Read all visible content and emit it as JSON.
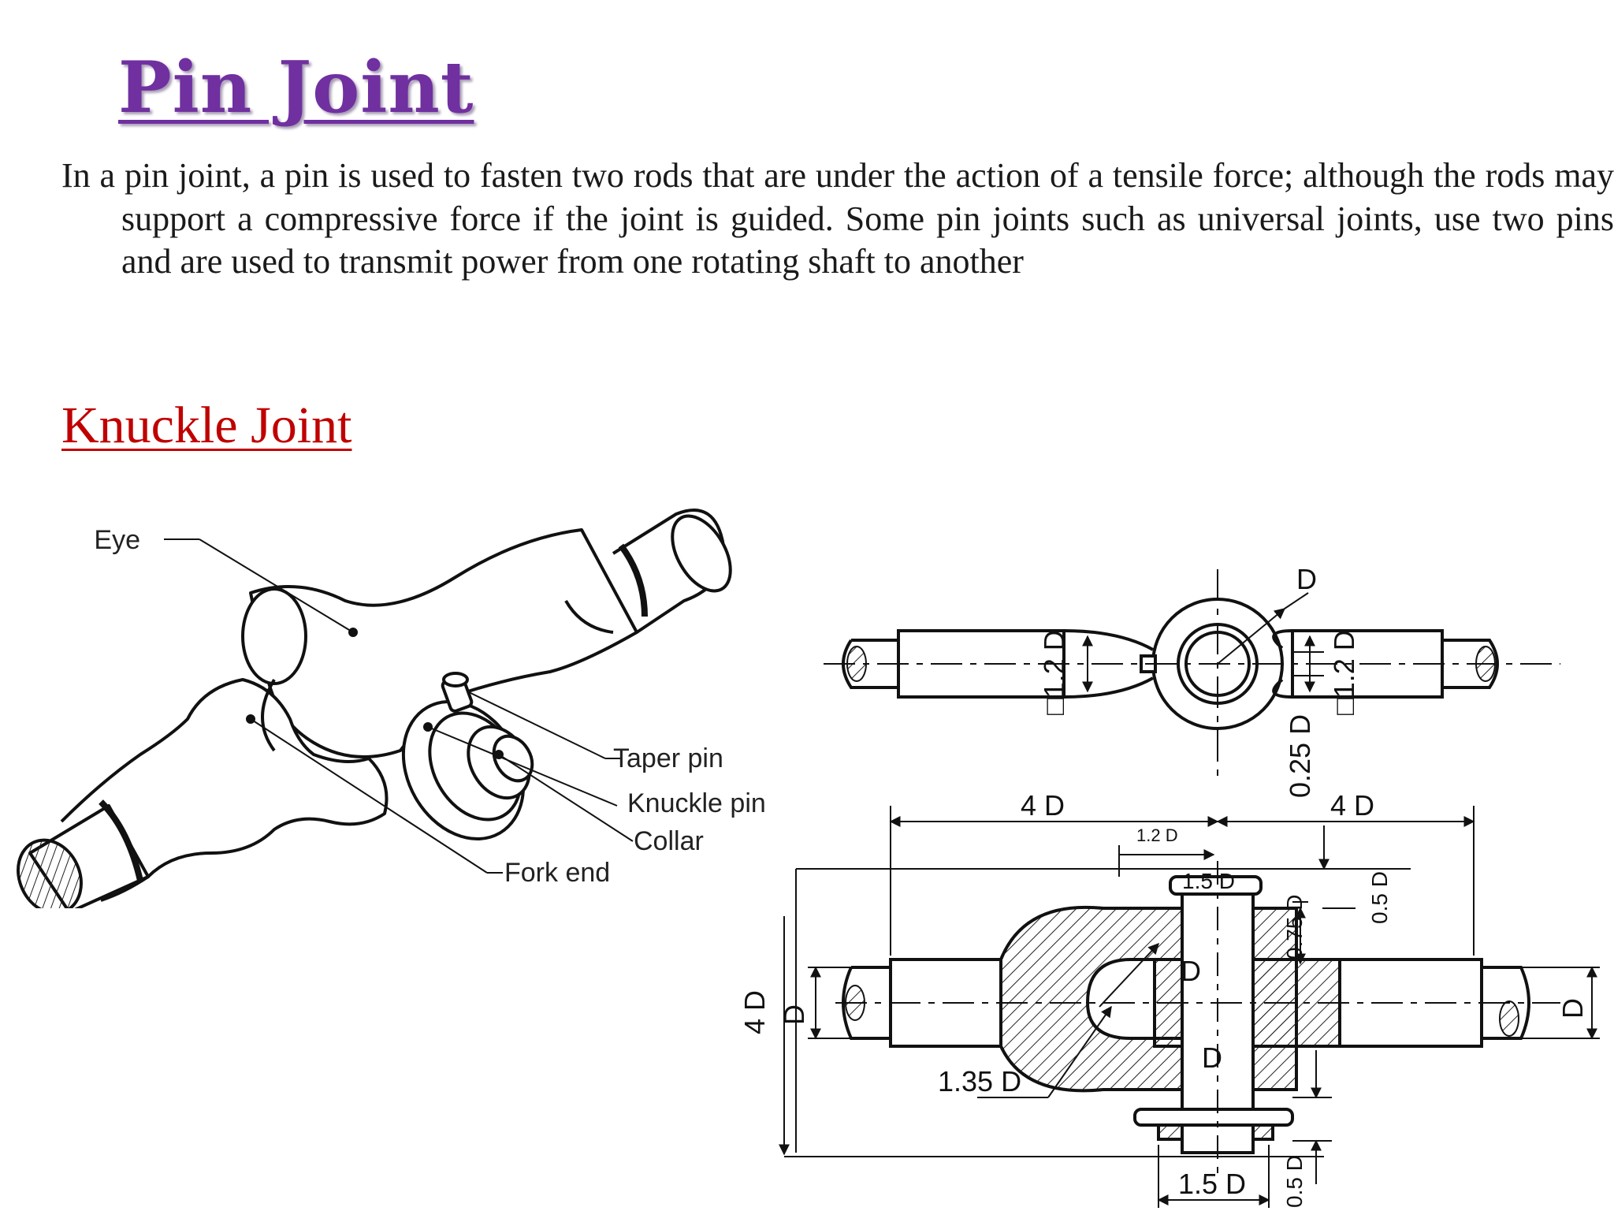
{
  "slide": {
    "title": "Pin Joint",
    "paragraph": "In a pin joint, a pin is used to fasten two rods that are under the action of a tensile force; although the rods may support a compressive force if the joint is guided. Some pin joints such as universal joints, use two pins and are used to transmit power from one rotating shaft to another",
    "subtitle": "Knuckle Joint"
  },
  "figure_isometric": {
    "labels": {
      "eye": "Eye",
      "taper_pin": "Taper pin",
      "knuckle_pin": "Knuckle pin",
      "collar": "Collar",
      "fork_end": "Fork end"
    }
  },
  "figure_drawing": {
    "dims": {
      "d_top": "D",
      "sq_left": "□1.2 D",
      "sq_right": "□1.2 D",
      "quarter_d": "0.25 D",
      "four_d_left": "4 D",
      "four_d_right": "4 D",
      "one_two_d": "1.2 D",
      "one_five_d_top": "1.5 D",
      "three_quarter_d": "0.75 D",
      "half_d_top": "0.5 D",
      "d_inner": "D",
      "d_pin": "D",
      "d_left": "D",
      "four_d_vert": "4 D",
      "one_three_five_d": "1.35 D",
      "d_right": "D",
      "half_d_bottom": "0.5 D",
      "one_five_d_bottom": "1.5 D"
    }
  },
  "colors": {
    "title": "#7030a0",
    "subtitle": "#c00000",
    "text": "#1a1a1a"
  }
}
